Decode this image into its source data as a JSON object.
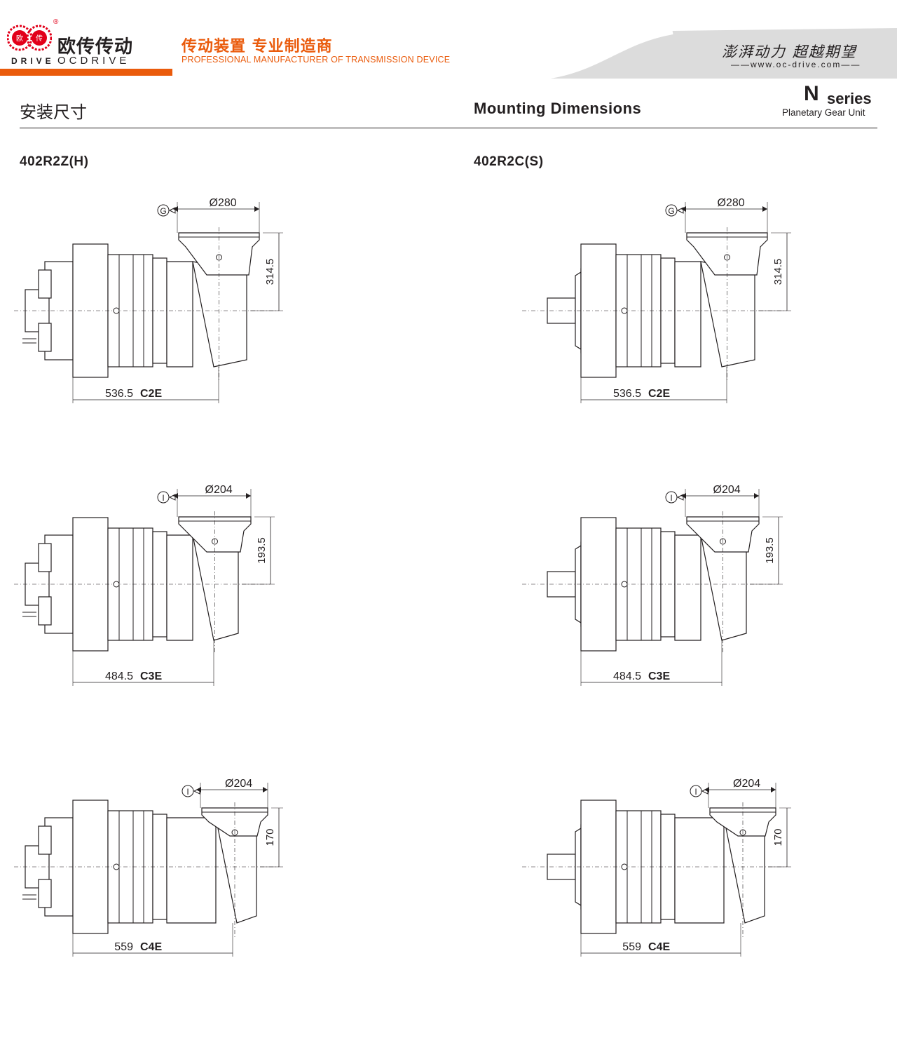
{
  "brand": {
    "name_cn": "欧传传动",
    "name_en": "OCDRIVE",
    "logo_text": "DRIVE",
    "logo_badge_left": "欧",
    "logo_badge_right": "传",
    "tagline_cn": "传动装置 专业制造商",
    "tagline_en": "PROFESSIONAL MANUFACTURER OF TRANSMISSION DEVICE",
    "slogan": "澎湃动力 超越期望",
    "website": "www.oc-drive.com",
    "colors": {
      "accent": "#ea5b0c",
      "text": "#231f20",
      "header_band": "#dcdcdc"
    }
  },
  "page": {
    "title_cn": "安装尺寸",
    "title_en": "Mounting Dimensions",
    "series_letter": "N",
    "series_word": "series",
    "series_sub": "Planetary Gear Unit"
  },
  "models": {
    "left": "402R2Z(H)",
    "right": "402R2C(S)"
  },
  "drawings": [
    {
      "col": "left",
      "row": 1,
      "flange_symbol": "G",
      "diameter": "Ø280",
      "height": "314.5",
      "length": "536.5",
      "code": "C2E"
    },
    {
      "col": "right",
      "row": 1,
      "flange_symbol": "G",
      "diameter": "Ø280",
      "height": "314.5",
      "length": "536.5",
      "code": "C2E"
    },
    {
      "col": "left",
      "row": 2,
      "flange_symbol": "I",
      "diameter": "Ø204",
      "height": "193.5",
      "length": "484.5",
      "code": "C3E"
    },
    {
      "col": "right",
      "row": 2,
      "flange_symbol": "I",
      "diameter": "Ø204",
      "height": "193.5",
      "length": "484.5",
      "code": "C3E"
    },
    {
      "col": "left",
      "row": 3,
      "flange_symbol": "I",
      "diameter": "Ø204",
      "height": "170",
      "length": "559",
      "code": "C4E"
    },
    {
      "col": "right",
      "row": 3,
      "flange_symbol": "I",
      "diameter": "Ø204",
      "height": "170",
      "length": "559",
      "code": "C4E"
    }
  ]
}
